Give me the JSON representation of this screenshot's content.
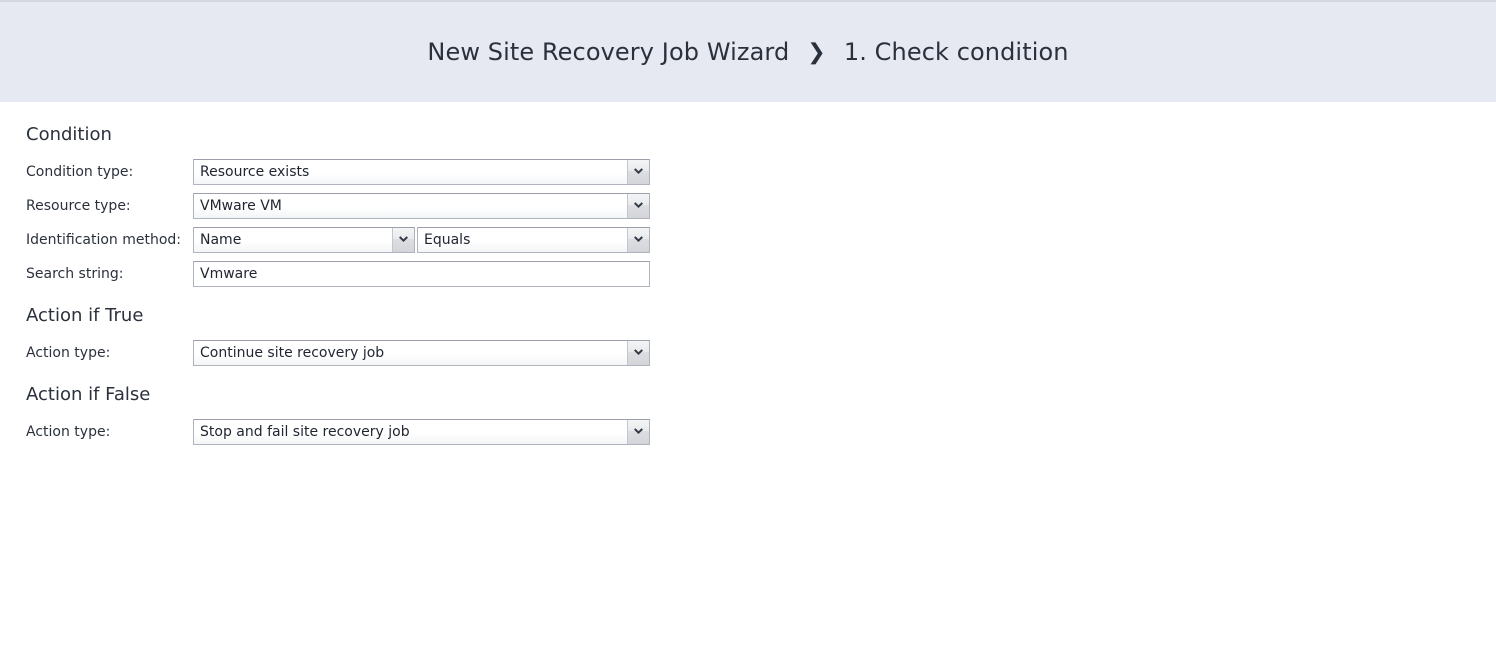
{
  "header": {
    "wizard_title": "New Site Recovery Job Wizard",
    "separator": "❯",
    "step_label": "1. Check condition"
  },
  "sections": {
    "condition": {
      "title": "Condition",
      "rows": {
        "condition_type": {
          "label": "Condition type:",
          "value": "Resource exists"
        },
        "resource_type": {
          "label": "Resource type:",
          "value": "VMware VM"
        },
        "identification_method": {
          "label": "Identification method:",
          "value_field": "Name",
          "value_operator": "Equals"
        },
        "search_string": {
          "label": "Search string:",
          "value": "Vmware",
          "placeholder": ""
        }
      }
    },
    "action_if_true": {
      "title": "Action if True",
      "rows": {
        "action_type": {
          "label": "Action type:",
          "value": "Continue site recovery job"
        }
      }
    },
    "action_if_false": {
      "title": "Action if False",
      "rows": {
        "action_type": {
          "label": "Action type:",
          "value": "Stop and fail site recovery job"
        }
      }
    }
  },
  "colors": {
    "header_band": "#e6e9f2",
    "body_background": "#ffffff",
    "text": "#2b313c",
    "field_border": "#aeb3bd",
    "arrow_glyph": "#333a45"
  }
}
